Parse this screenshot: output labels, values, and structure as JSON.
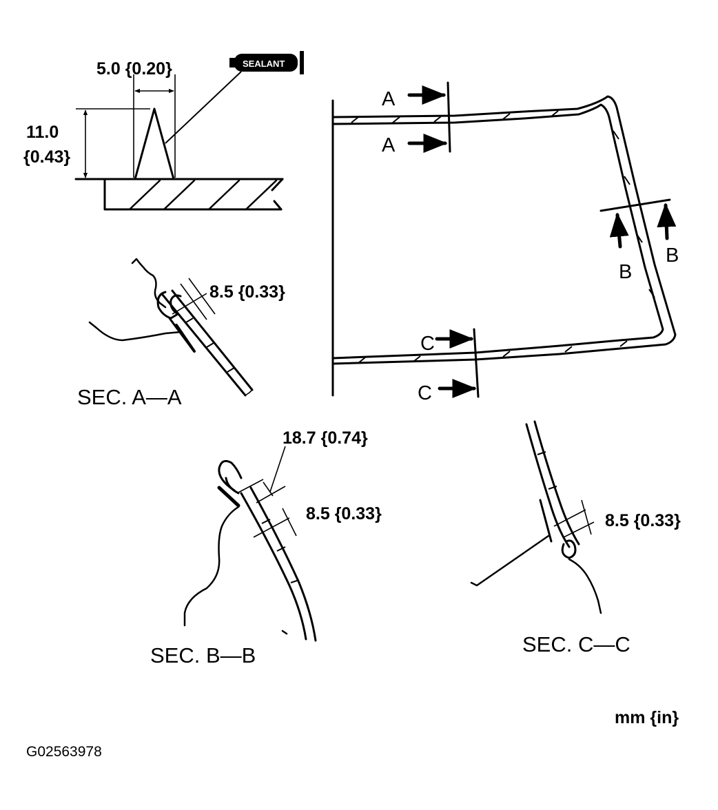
{
  "sealant_bead": {
    "width_label": "5.0 {0.20}",
    "height_label_1": "11.0",
    "height_label_2": "{0.43}",
    "sealant_badge": "SEALANT"
  },
  "windshield": {
    "cut_a_label": "A",
    "cut_b_label": "B",
    "cut_c_label": "C"
  },
  "section_aa": {
    "dimension": "8.5 {0.33}",
    "caption": "SEC. A—A"
  },
  "section_bb": {
    "dimension_outer": "18.7 {0.74}",
    "dimension_inner": "8.5 {0.33}",
    "caption": "SEC. B—B"
  },
  "section_cc": {
    "dimension": "8.5 {0.33}",
    "caption": "SEC. C—C"
  },
  "units": "mm {in}",
  "figure_code": "G02563978"
}
